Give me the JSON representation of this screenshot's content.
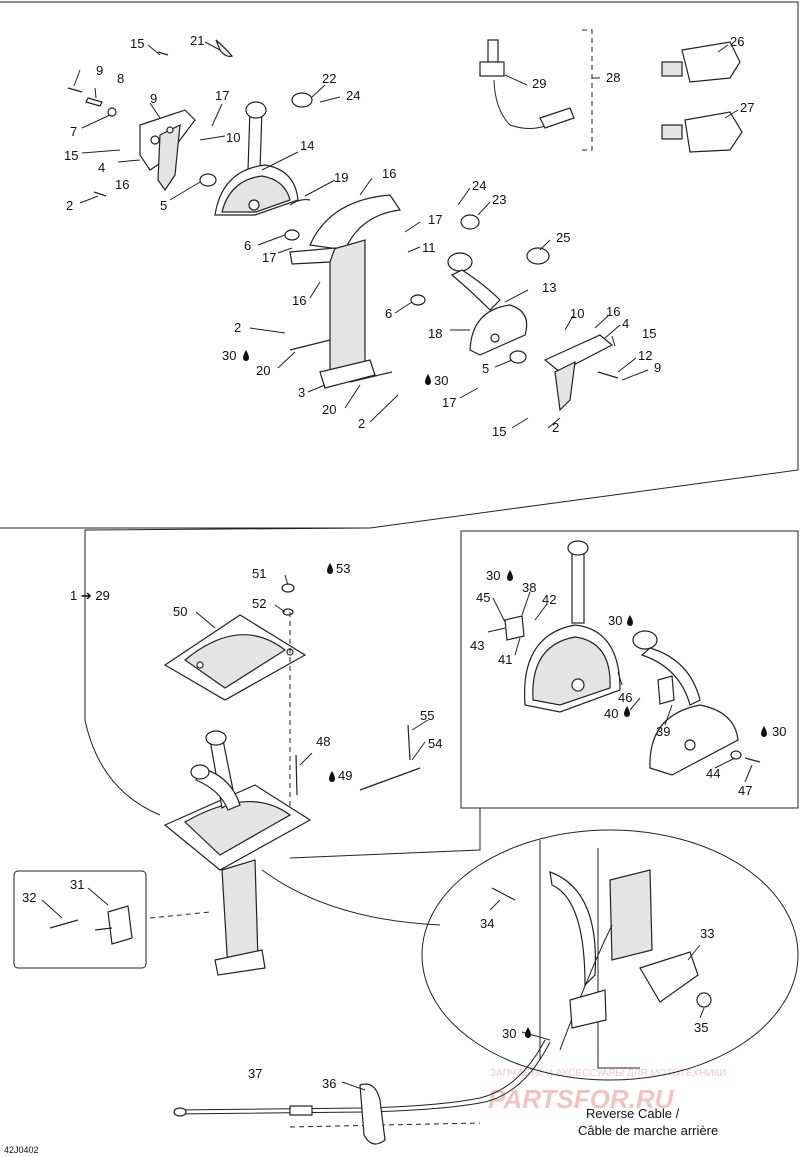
{
  "diagram": {
    "figure_code": "42J0402",
    "callouts": {
      "c1": "1",
      "c2": "2",
      "c3": "3",
      "c4": "4",
      "c5": "5",
      "c6": "6",
      "c7": "7",
      "c8": "8",
      "c9": "9",
      "c10": "10",
      "c11": "11",
      "c12": "12",
      "c13": "13",
      "c14": "14",
      "c15": "15",
      "c16": "16",
      "c17": "17",
      "c18": "18",
      "c19": "19",
      "c20": "20",
      "c21": "21",
      "c22": "22",
      "c23": "23",
      "c24": "24",
      "c25": "25",
      "c26": "26",
      "c27": "27",
      "c28": "28",
      "c29": "29",
      "c30": "30",
      "c31": "31",
      "c32": "32",
      "c33": "33",
      "c34": "34",
      "c35": "35",
      "c36": "36",
      "c37": "37",
      "c38": "38",
      "c39": "39",
      "c40": "40",
      "c41": "41",
      "c42": "42",
      "c43": "43",
      "c44": "44",
      "c45": "45",
      "c46": "46",
      "c47": "47",
      "c48": "48",
      "c49": "49",
      "c50": "50",
      "c51": "51",
      "c52": "52",
      "c53": "53",
      "c54": "54",
      "c55": "55"
    },
    "range_label": "1 ➔ 29",
    "cable_caption": {
      "en": "Reverse Cable /",
      "fr": "Câble de marche arrière"
    },
    "watermark": {
      "line1": "ЗАПЧАСТИ И АКСЕССУАРЫ ДЛЯ МОТОТЕХНИКИ",
      "line2": "PARTSFOR.RU"
    }
  }
}
